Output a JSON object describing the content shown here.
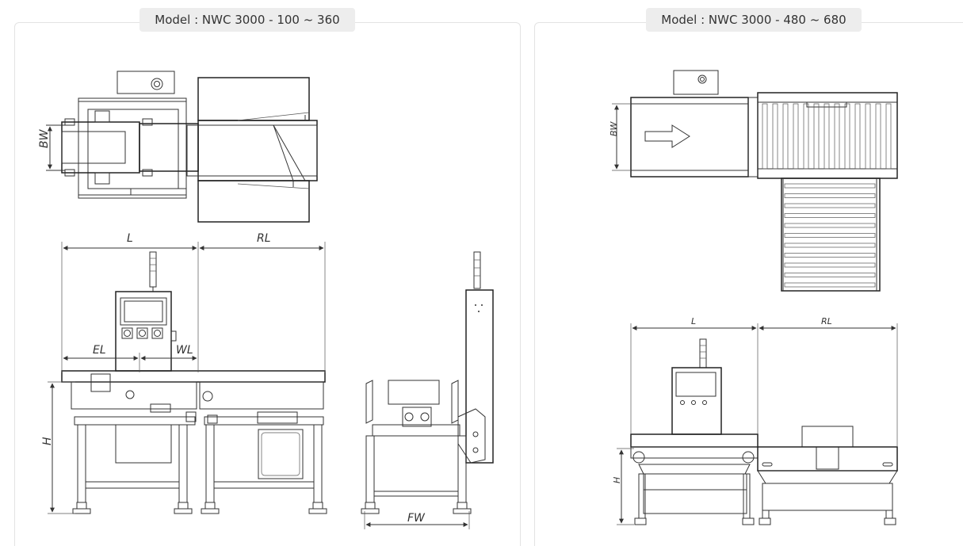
{
  "panels": {
    "left": {
      "model_label": "Model : NWC 3000 - 100 ~ 360"
    },
    "right": {
      "model_label": "Model : NWC 3000 - 480 ~ 680"
    }
  },
  "dimensions": {
    "left": {
      "bw": "BW",
      "l": "L",
      "rl": "RL",
      "el": "EL",
      "wl": "WL",
      "h": "H",
      "fw": "FW"
    },
    "right": {
      "bw": "BW",
      "l": "L",
      "rl": "RL",
      "h": "H"
    }
  }
}
